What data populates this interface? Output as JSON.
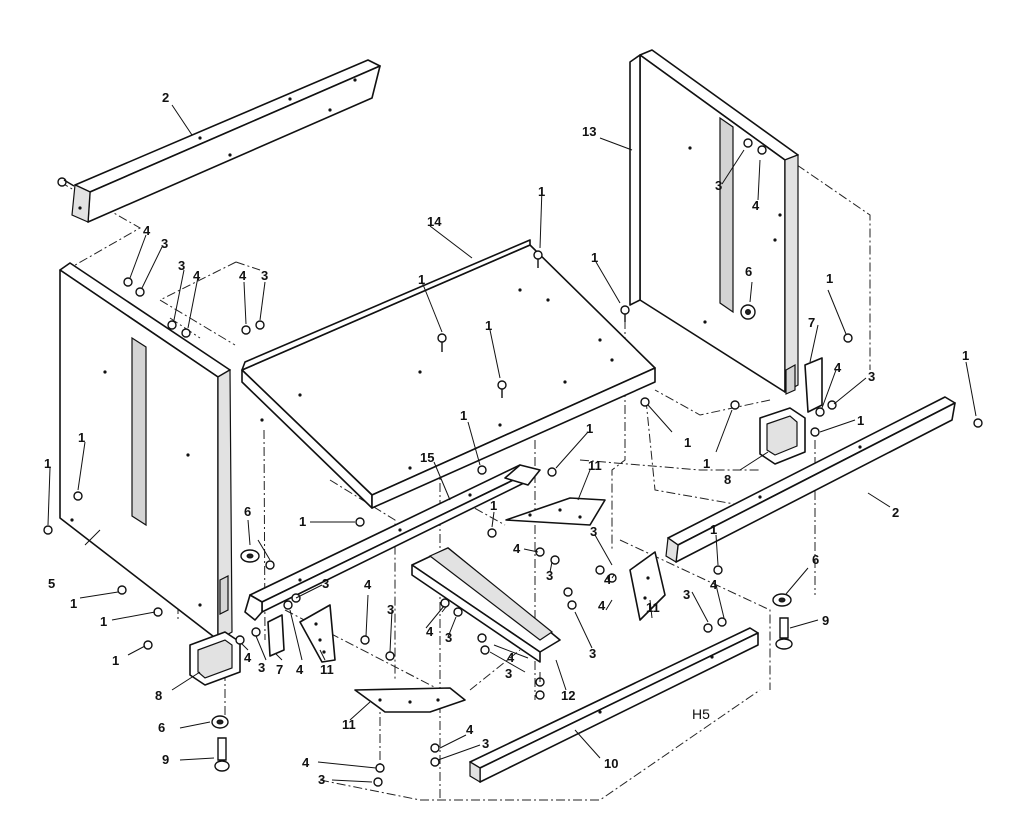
{
  "figure_ref": "H5",
  "callouts": {
    "l1": "1",
    "l2": "2",
    "l3": "3",
    "l4": "4",
    "l5": "5",
    "l6": "6",
    "l7": "7",
    "l8": "8",
    "l9": "9",
    "l10": "10",
    "l11": "11",
    "l12": "12",
    "l13": "13",
    "l14": "14",
    "l15": "15"
  }
}
